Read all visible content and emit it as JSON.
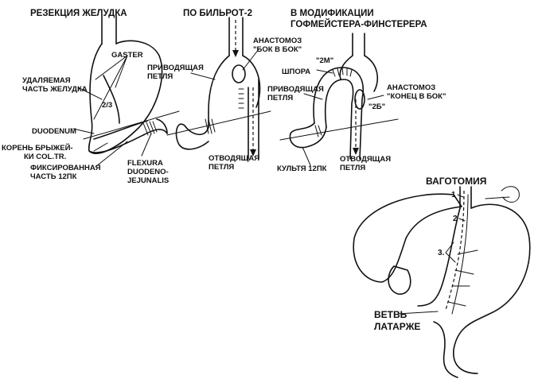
{
  "titles": {
    "resection": "РЕЗЕКЦИЯ ЖЕЛУДКА",
    "billroth": "ПО БИЛЬРОТ-2",
    "modification_1": "В МОДИФИКАЦИИ",
    "modification_2": "ГОФМЕЙСТЕРА-ФИНСТЕРЕРА",
    "vagotomy": "ВАГОТОМИЯ"
  },
  "labels": {
    "gaster": "GASTER",
    "removed_1": "УДАЛЯЕМАЯ",
    "removed_2": "ЧАСТЬ ЖЕЛУДКА",
    "fraction": "2/3",
    "duodenum": "DUODENUM",
    "mesentery_1": "КОРЕНЬ БРЫЖЕЙ-",
    "mesentery_2": "КИ COL.TR.",
    "fixed_1": "ФИКСИРОВАННАЯ",
    "fixed_2": "ЧАСТЬ 12ПК",
    "flexura_1": "FLEXURA",
    "flexura_2": "DUODENO-",
    "flexura_3": "JEJUNALIS",
    "afferent_b_1": "ПРИВОДЯЩАЯ",
    "afferent_b_2": "ПЕТЛЯ",
    "anast_side_1": "АНАСТОМОЗ",
    "anast_side_2": "\"БОК В БОК\"",
    "efferent_b_1": "ОТВОДЯЩАЯ",
    "efferent_b_2": "ПЕТЛЯ",
    "spur": "ШПОРА",
    "mark_2m": "\"2М\"",
    "mark_2b": "\"2Б\"",
    "afferent_h_1": "ПРИВОДЯЩАЯ",
    "afferent_h_2": "ПЕТЛЯ",
    "anast_end_1": "АНАСТОМОЗ",
    "anast_end_2": "\"КОНЕЦ В БОК\"",
    "stump": "КУЛЬТЯ 12ПК",
    "efferent_h_1": "ОТВОДЯЩАЯ",
    "efferent_h_2": "ПЕТЛЯ",
    "n1": "1",
    "n2": "2",
    "n3": "3.",
    "latarget_1": "ВЕТВЬ",
    "latarget_2": "ЛАТАРЖЕ"
  }
}
